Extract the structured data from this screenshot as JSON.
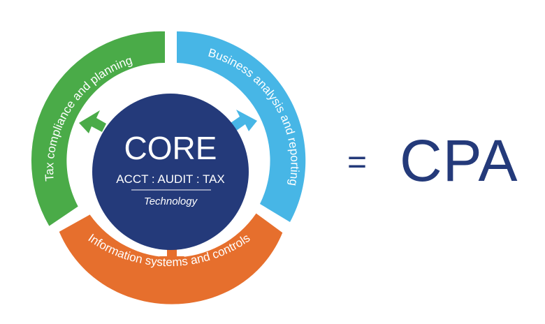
{
  "core": {
    "title": "CORE",
    "subtitle": "ACCT : AUDIT : TAX",
    "tagline": "Technology"
  },
  "segments": [
    {
      "label": "Tax compliance and planning",
      "color": "#4aab48"
    },
    {
      "label": "Business analysis and reporting",
      "color": "#47b6e6"
    },
    {
      "label": "Information systems and controls",
      "color": "#e66f2d"
    }
  ],
  "colors": {
    "core_fill": "#243a7a",
    "text_light": "#ffffff",
    "text_dark": "#243a7a"
  },
  "result": {
    "operator": "=",
    "label": "CPA"
  }
}
